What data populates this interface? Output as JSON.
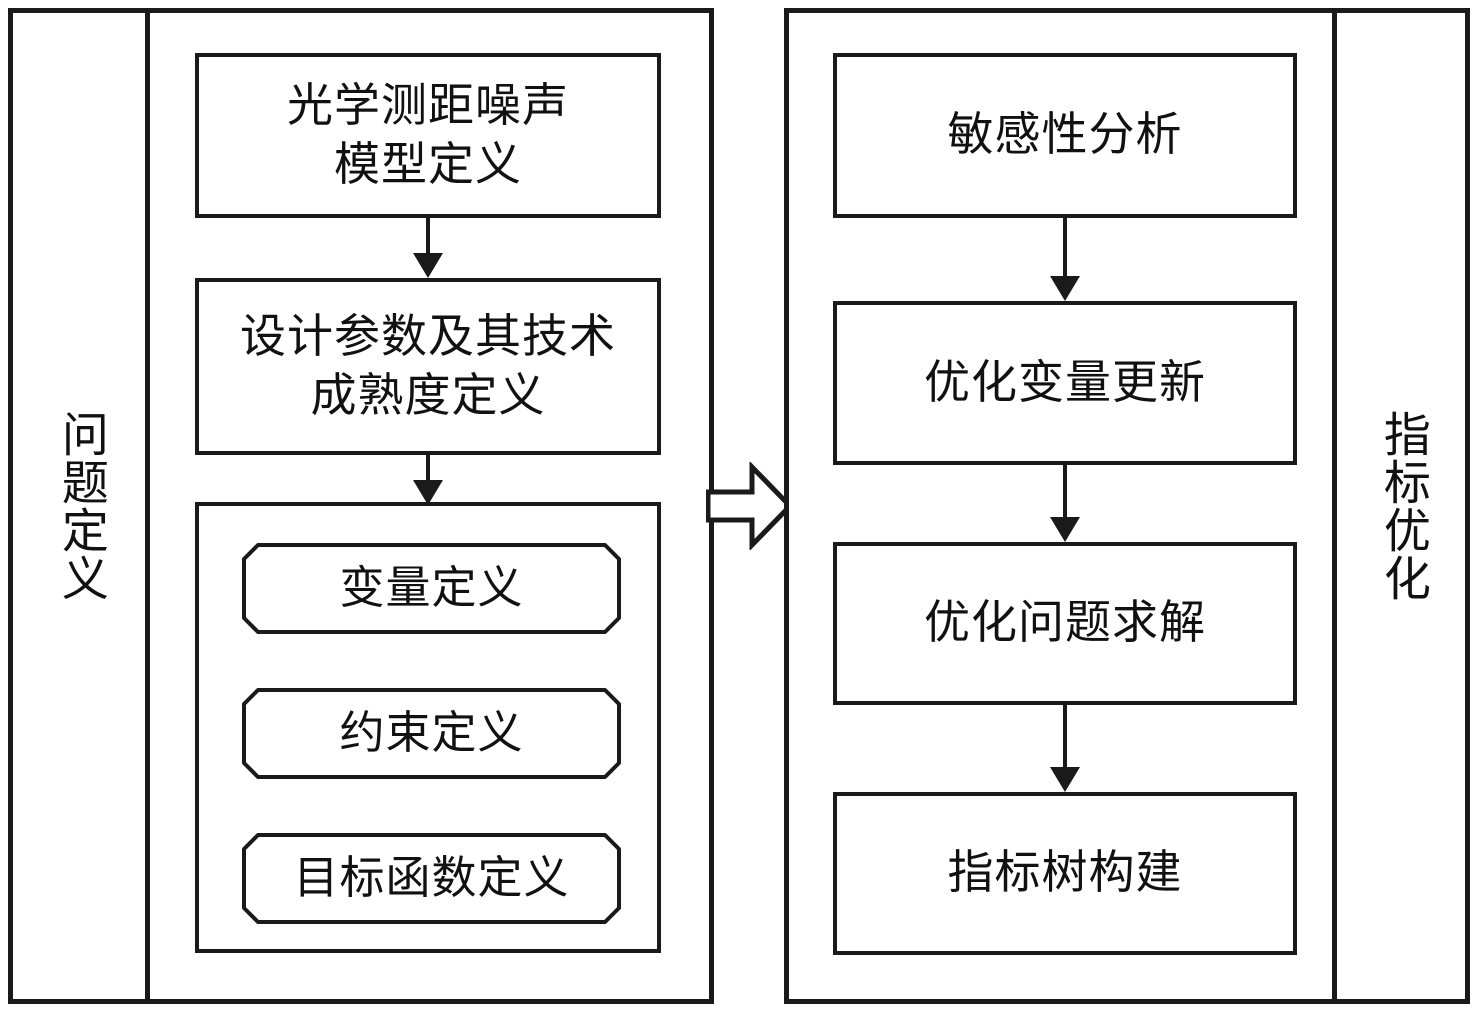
{
  "diagram": {
    "title": "光学测距噪声模型优化流程图",
    "background_color": "#ffffff",
    "line_color": "#1a1a1a",
    "text_color": "#111111"
  },
  "stages": [
    {
      "id": "problem-definition",
      "label": "问题定义",
      "nodes": [
        {
          "id": "noise-model",
          "label": "光学测距噪声\n模型定义",
          "shape": "rect"
        },
        {
          "id": "design-param",
          "label": "设计参数及其技术\n成熟度定义",
          "shape": "rect"
        },
        {
          "id": "definitions-group",
          "label": "",
          "shape": "container",
          "children": [
            {
              "id": "variable-def",
              "label": "变量定义",
              "shape": "chamfered-rect"
            },
            {
              "id": "constraint-def",
              "label": "约束定义",
              "shape": "chamfered-rect"
            },
            {
              "id": "objective-def",
              "label": "目标函数定义",
              "shape": "chamfered-rect"
            }
          ]
        }
      ]
    },
    {
      "id": "metric-optimization",
      "label": "指标优化",
      "nodes": [
        {
          "id": "sensitivity",
          "label": "敏感性分析",
          "shape": "rect"
        },
        {
          "id": "var-update",
          "label": "优化变量更新",
          "shape": "rect"
        },
        {
          "id": "solve",
          "label": "优化问题求解",
          "shape": "rect"
        },
        {
          "id": "metric-tree",
          "label": "指标树构建",
          "shape": "rect"
        }
      ]
    }
  ],
  "connectors": {
    "stage_arrow": "hollow-block-arrow-right",
    "flow_arrow": "filled-arrow-down"
  }
}
